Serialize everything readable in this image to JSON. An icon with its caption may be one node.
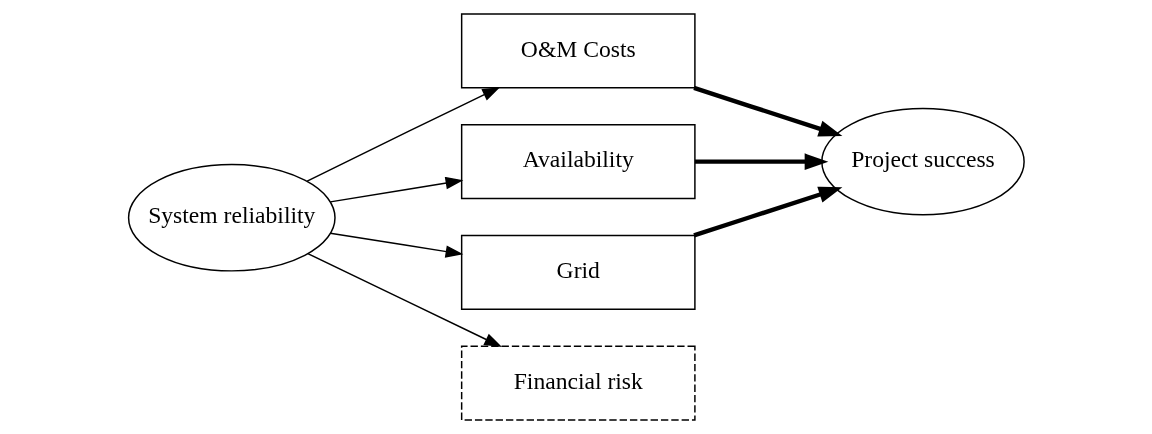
{
  "diagram": {
    "nodes": [
      {
        "text": [
          "System reliability"
        ]
      },
      {
        "text": [
          "O&M Costs"
        ]
      },
      {
        "text": [
          "Availability"
        ]
      },
      {
        "text": [
          "Grid"
        ]
      },
      {
        "text": [
          "Financial risk"
        ]
      },
      {
        "text": [
          "Project success"
        ]
      }
    ],
    "edges": [
      {
        "from": 0,
        "to": 1,
        "arrow": "to"
      },
      {
        "from": 0,
        "to": 2,
        "arrow": "to"
      },
      {
        "from": 0,
        "to": 3,
        "arrow": "to"
      },
      {
        "from": 0,
        "to": 4,
        "arrow": "to"
      },
      {
        "from": 1,
        "to": 5,
        "arrow": "to",
        "style": "thick"
      },
      {
        "from": 2,
        "to": 5,
        "arrow": "to",
        "style": "thick"
      },
      {
        "from": 3,
        "to": 5,
        "arrow": "to",
        "style": "thick"
      }
    ]
  }
}
